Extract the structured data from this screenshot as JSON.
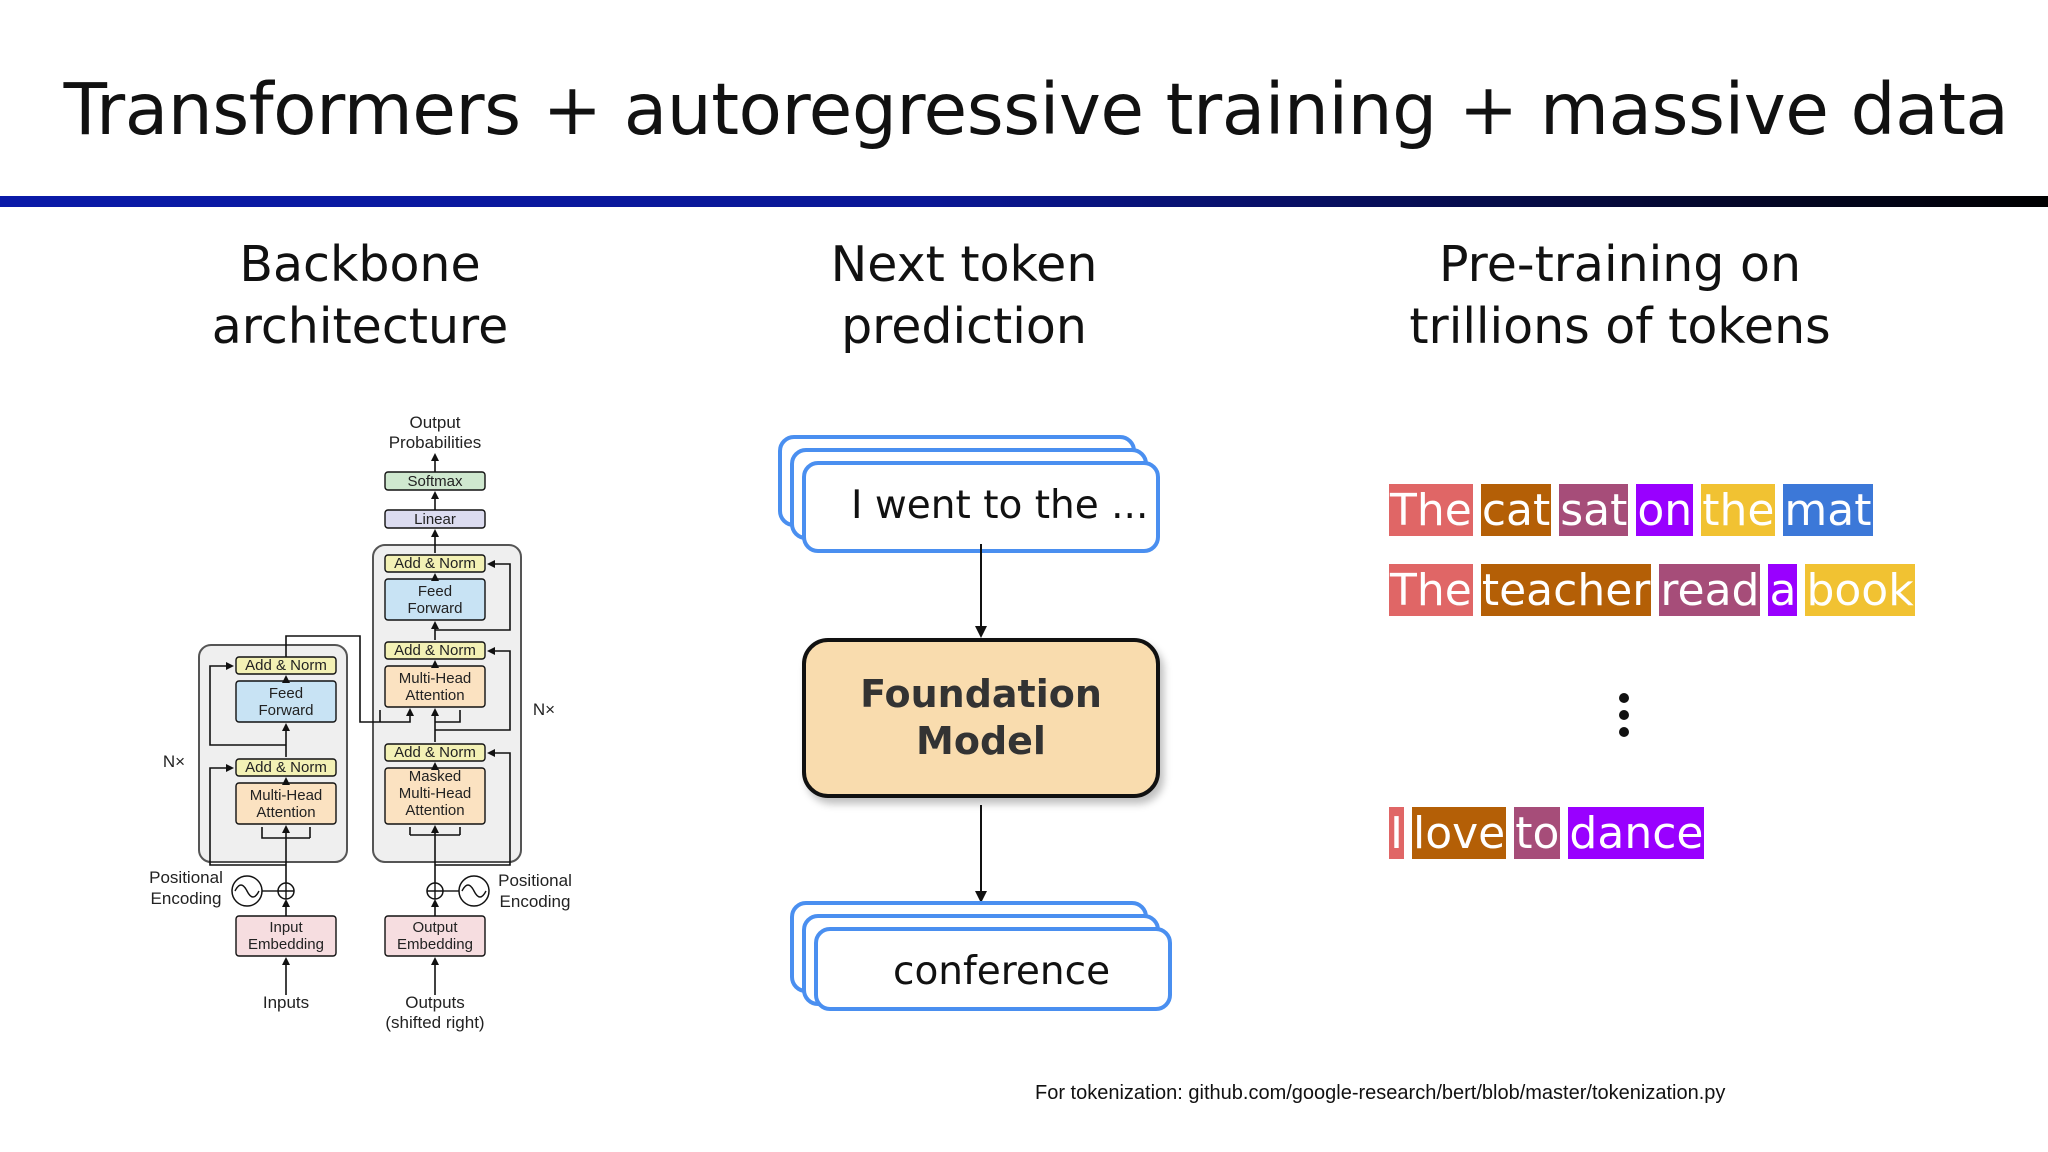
{
  "title": "Transformers + autoregressive training + massive data",
  "columns": {
    "backbone": {
      "line1": "Backbone",
      "line2": "architecture"
    },
    "next_token": {
      "line1": "Next token",
      "line2": "prediction"
    },
    "pretraining": {
      "line1": "Pre-training on",
      "line2": "trillions of tokens"
    }
  },
  "transformer": {
    "output_probabilities_1": "Output",
    "output_probabilities_2": "Probabilities",
    "softmax": "Softmax",
    "linear": "Linear",
    "add_norm": "Add & Norm",
    "feed_forward_1": "Feed",
    "feed_forward_2": "Forward",
    "mha_1": "Multi-Head",
    "mha_2": "Attention",
    "masked_1": "Masked",
    "masked_2": "Multi-Head",
    "masked_3": "Attention",
    "nx": "N×",
    "pos_enc_1": "Positional",
    "pos_enc_2": "Encoding",
    "input_emb_1": "Input",
    "input_emb_2": "Embedding",
    "output_emb_1": "Output",
    "output_emb_2": "Embedding",
    "inputs": "Inputs",
    "outputs_1": "Outputs",
    "outputs_2": "(shifted right)"
  },
  "next_token": {
    "prompt": "I went to the ...",
    "model_line1": "Foundation",
    "model_line2": "Model",
    "output": "conference"
  },
  "token_colors": {
    "red": "#e06666",
    "brown": "#b45f06",
    "plum": "#a64d79",
    "purple": "#9900ff",
    "gold": "#f1c232",
    "blue": "#3c78d8"
  },
  "sentences": [
    [
      {
        "text": "The",
        "color": "#e06666"
      },
      {
        "text": "cat",
        "color": "#b45f06"
      },
      {
        "text": "sat",
        "color": "#a64d79"
      },
      {
        "text": "on",
        "color": "#9900ff"
      },
      {
        "text": "the",
        "color": "#f1c232"
      },
      {
        "text": "mat",
        "color": "#3c78d8"
      }
    ],
    [
      {
        "text": "The",
        "color": "#e06666"
      },
      {
        "text": "teacher",
        "color": "#b45f06"
      },
      {
        "text": "read",
        "color": "#a64d79"
      },
      {
        "text": "a",
        "color": "#9900ff"
      },
      {
        "text": "book",
        "color": "#f1c232"
      }
    ],
    [
      {
        "text": "I",
        "color": "#e06666"
      },
      {
        "text": "love",
        "color": "#b45f06"
      },
      {
        "text": "to",
        "color": "#a64d79"
      },
      {
        "text": "dance",
        "color": "#9900ff"
      }
    ]
  ],
  "footnote": "For tokenization: github.com/google-research/bert/blob/master/tokenization.py"
}
